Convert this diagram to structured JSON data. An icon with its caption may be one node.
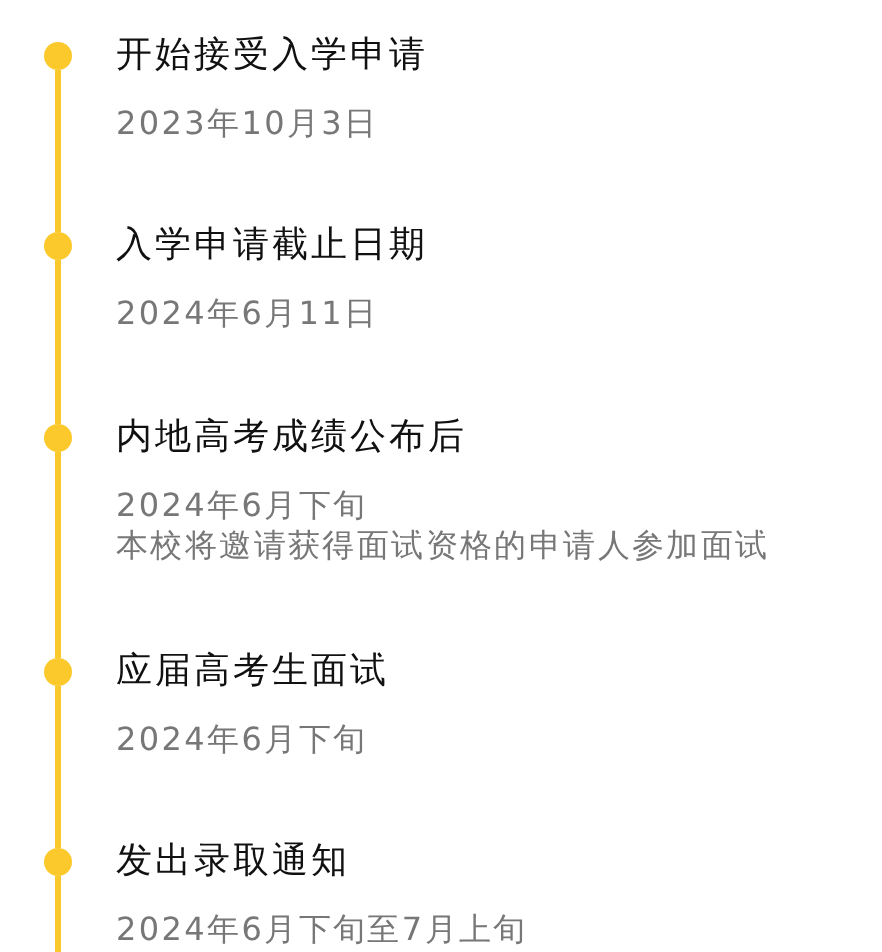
{
  "diagram": {
    "nodes": [
      {
        "text": [],
        "shape": "circle",
        "beside": [
          "开始接受入学申请",
          "2023年10月3日"
        ]
      },
      {
        "text": [],
        "shape": "circle",
        "beside": [
          "入学申请截止日期",
          "2024年6月11日"
        ]
      },
      {
        "text": [],
        "shape": "circle",
        "beside": [
          "内地高考成绩公布后",
          "2024年6月下旬",
          "本校将邀请获得面试资格的申请人参加面试"
        ]
      },
      {
        "text": [],
        "shape": "circle",
        "beside": [
          "应届高考生面试",
          "2024年6月下旬"
        ]
      },
      {
        "text": [],
        "shape": "circle",
        "beside": [
          "发出录取通知",
          "2024年6月下旬至7月上旬"
        ]
      }
    ],
    "edges": [
      {
        "from": 0,
        "to": 1,
        "arrow": "none"
      },
      {
        "from": 1,
        "to": 2,
        "arrow": "none"
      },
      {
        "from": 2,
        "to": 3,
        "arrow": "none"
      },
      {
        "from": 3,
        "to": 4,
        "arrow": "none"
      },
      {
        "from": 4,
        "to": null,
        "arrow": "none"
      }
    ]
  }
}
